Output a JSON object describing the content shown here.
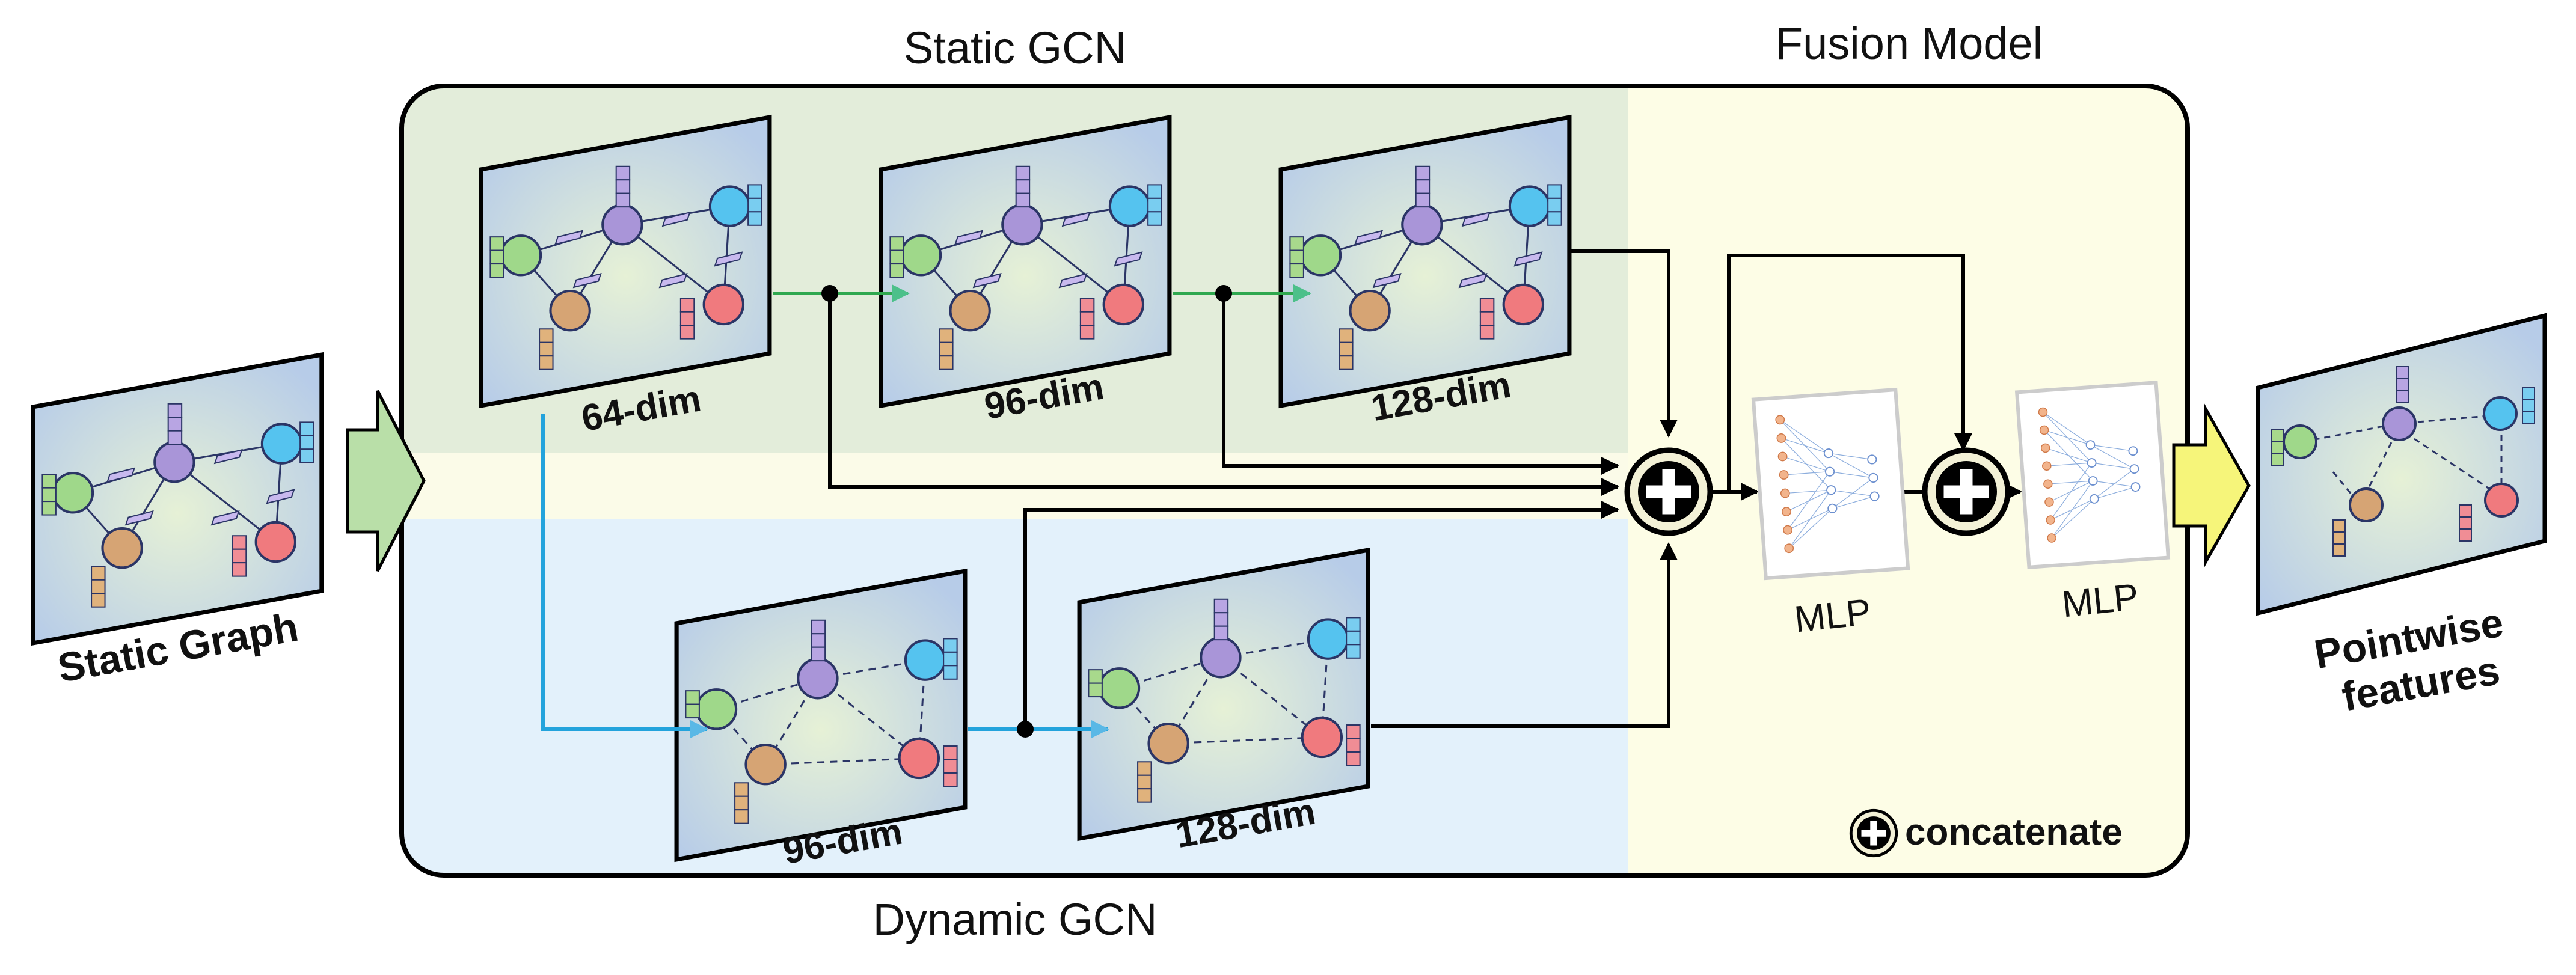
{
  "titles": {
    "static_gcn": "Static GCN",
    "fusion_model": "Fusion Model",
    "dynamic_gcn": "Dynamic GCN"
  },
  "input_label": "Static Graph",
  "static_layers": [
    "64-dim",
    "96-dim",
    "128-dim"
  ],
  "dynamic_layers": [
    "96-dim",
    "128-dim"
  ],
  "mlp_labels": [
    "MLP",
    "MLP"
  ],
  "output_label": {
    "line1": "Pointwise",
    "line2": "features"
  },
  "legend": {
    "label": "concatenate",
    "icon": "concatenate-icon"
  },
  "colors": {
    "static_region": "#e3edda",
    "dynamic_region": "#e3f1fb",
    "fusion_region": "#fdfde6",
    "static_arrow": "#2fa84f",
    "dynamic_arrow": "#23a3dc",
    "input_arrow": "#b9dfa8",
    "output_arrow": "#f6f57a"
  }
}
